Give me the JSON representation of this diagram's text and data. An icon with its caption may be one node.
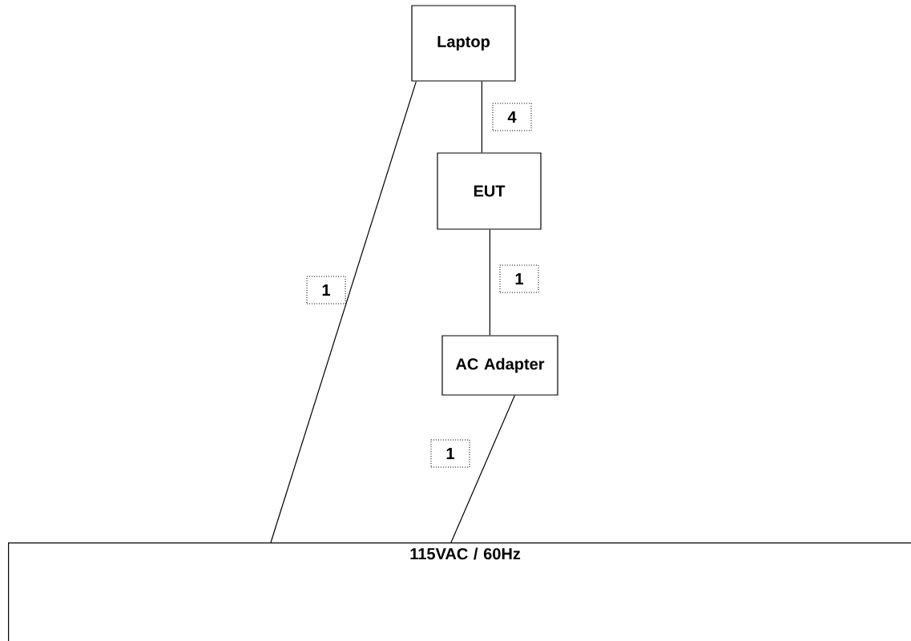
{
  "diagram": {
    "nodes": [
      {
        "text": [
          "Laptop"
        ]
      },
      {
        "text": [
          "EUT"
        ]
      },
      {
        "text": [
          "AC Adapter"
        ]
      },
      {
        "text": [
          "115VAC / 60Hz"
        ]
      }
    ],
    "edges": [
      {
        "from": 0,
        "to": 3,
        "arrow": "none",
        "label": "1"
      },
      {
        "from": 0,
        "to": 1,
        "arrow": "none",
        "label": "4"
      },
      {
        "from": 1,
        "to": 2,
        "arrow": "none",
        "label": "1"
      },
      {
        "from": 2,
        "to": 3,
        "arrow": "none",
        "label": "1"
      }
    ]
  }
}
